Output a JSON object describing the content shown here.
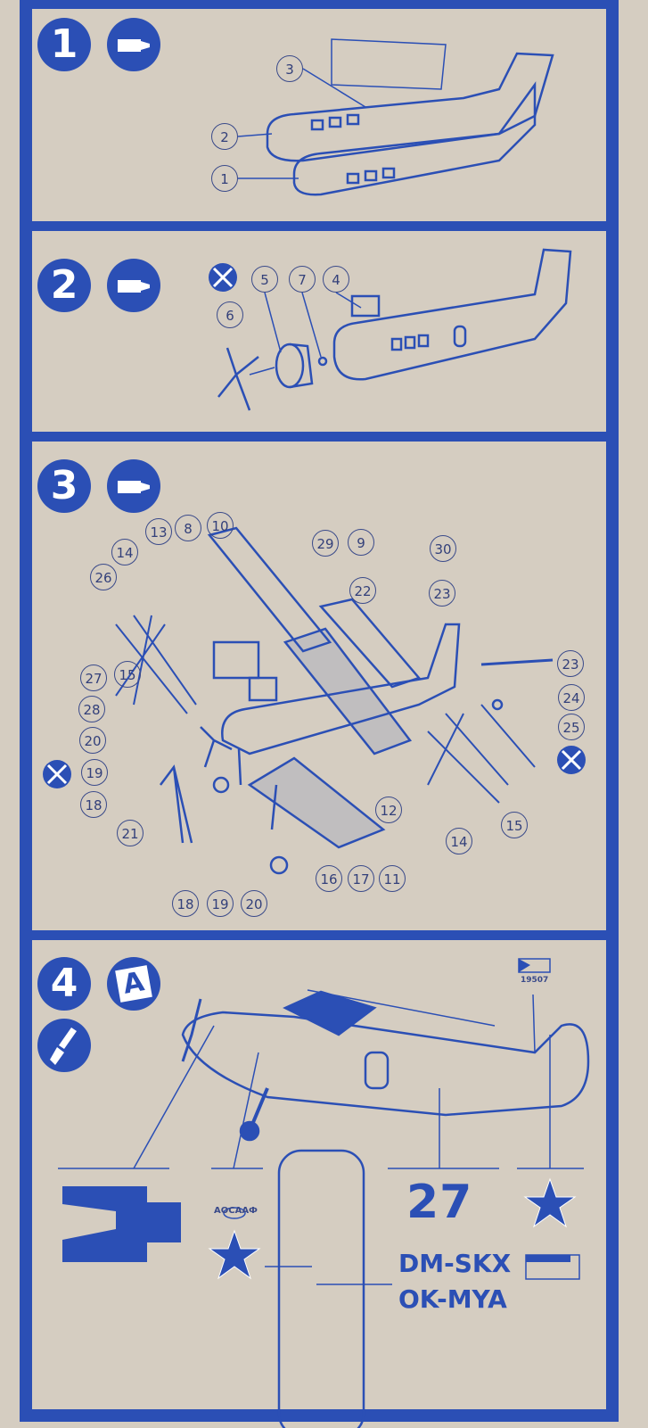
{
  "steps": [
    {
      "number": "1",
      "callouts": [
        "3",
        "2",
        "1"
      ]
    },
    {
      "number": "2",
      "callouts": [
        "5",
        "7",
        "4",
        "6"
      ]
    },
    {
      "number": "3",
      "callouts": [
        "13",
        "8",
        "10",
        "14",
        "26",
        "29",
        "9",
        "30",
        "22",
        "23",
        "15",
        "27",
        "23",
        "28",
        "24",
        "25",
        "20",
        "19",
        "18",
        "21",
        "12",
        "14",
        "15",
        "16",
        "17",
        "11",
        "18",
        "19",
        "20"
      ]
    },
    {
      "number": "4",
      "decal_icon_letter": "A"
    }
  ],
  "decals": {
    "flag_serial": "19507",
    "dosaaf": "AOCAAФ",
    "number": "27",
    "registration_1": "DM-SKX",
    "registration_2": "OK-MYA"
  },
  "colors": {
    "ink": "#2b4fb5",
    "paper": "#d5cdc1"
  }
}
